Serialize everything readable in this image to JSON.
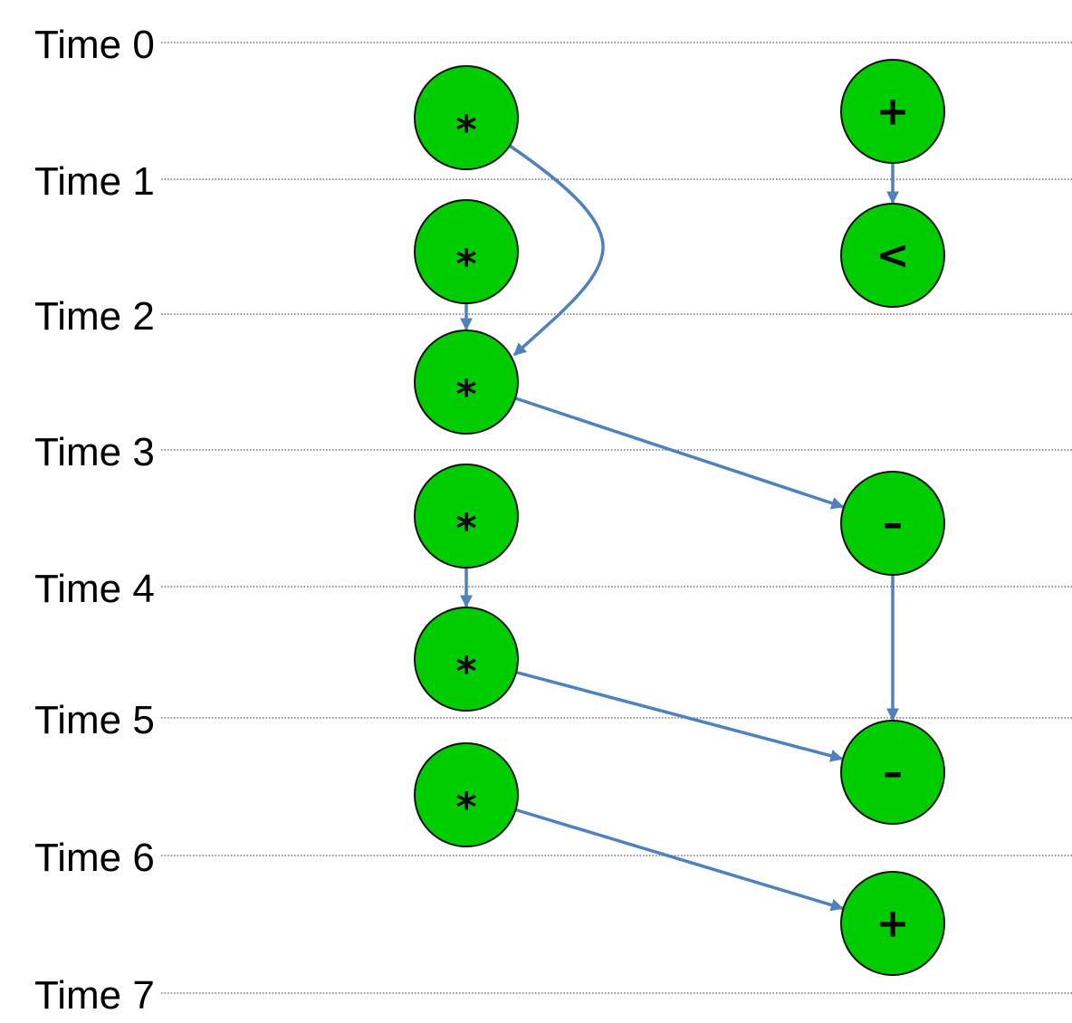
{
  "diagram": {
    "time_labels": [
      "Time 0",
      "Time 1",
      "Time 2",
      "Time 3",
      "Time 4",
      "Time 5",
      "Time 6",
      "Time 7"
    ],
    "colors": {
      "node_fill": "#00cc00",
      "node_stroke": "#111111",
      "edge": "#4f81bd",
      "time_line": "#555555"
    },
    "nodes": [
      {
        "id": "mul-a1",
        "op": "*",
        "lane": 0,
        "time": 0
      },
      {
        "id": "mul-a2",
        "op": "*",
        "lane": 0,
        "time": 1
      },
      {
        "id": "mul-a3",
        "op": "*",
        "lane": 0,
        "time": 2
      },
      {
        "id": "mul-a4",
        "op": "*",
        "lane": 0,
        "time": 3
      },
      {
        "id": "mul-a5",
        "op": "*",
        "lane": 0,
        "time": 4
      },
      {
        "id": "mul-a6",
        "op": "*",
        "lane": 0,
        "time": 5
      },
      {
        "id": "add-b1",
        "op": "+",
        "lane": 1,
        "time": 0
      },
      {
        "id": "lt-b2",
        "op": "<",
        "lane": 1,
        "time": 1
      },
      {
        "id": "sub-b3",
        "op": "–",
        "lane": 1,
        "time": 3
      },
      {
        "id": "sub-b4",
        "op": "–",
        "lane": 1,
        "time": 5
      },
      {
        "id": "add-b5",
        "op": "+",
        "lane": 1,
        "time": 6
      }
    ],
    "edges": [
      {
        "from": "mul-a1",
        "to": "mul-a3"
      },
      {
        "from": "mul-a2",
        "to": "mul-a3"
      },
      {
        "from": "add-b1",
        "to": "lt-b2"
      },
      {
        "from": "mul-a3",
        "to": "sub-b3"
      },
      {
        "from": "mul-a4",
        "to": "mul-a5"
      },
      {
        "from": "sub-b3",
        "to": "sub-b4"
      },
      {
        "from": "mul-a5",
        "to": "sub-b4"
      },
      {
        "from": "mul-a6",
        "to": "add-b5"
      }
    ]
  }
}
